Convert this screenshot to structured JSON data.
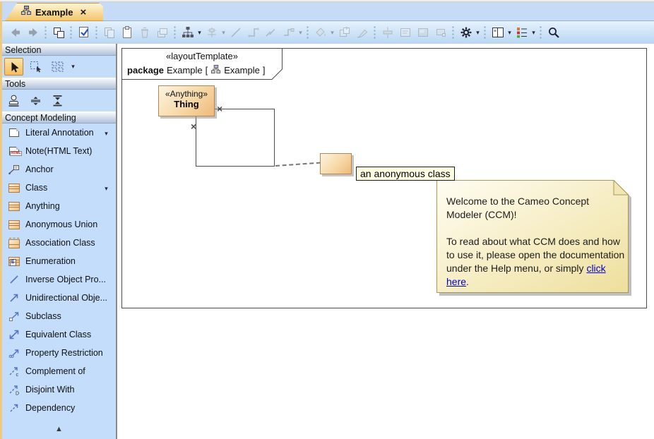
{
  "tab": {
    "title": "Example",
    "close_glyph": "×"
  },
  "glyphs": {
    "caret": "▾",
    "scroll_up": "▲",
    "x_marker": "×"
  },
  "toolbar": {
    "icon_names": [
      "back",
      "forward",
      "related-elements",
      "validate-diagram",
      "copy",
      "paste",
      "delete",
      "layers",
      "layout-tree",
      "align",
      "line-style-straight",
      "line-style-rectilinear",
      "line-style-oblique",
      "path-shape",
      "fill-color",
      "copy-style",
      "apply-style",
      "center-shapes",
      "text-box",
      "image-shape",
      "shape",
      "settings-gear",
      "window-layout",
      "legend-list",
      "zoom-search"
    ]
  },
  "sidebar": {
    "selection_title": "Selection",
    "tools_title": "Tools",
    "concept_title": "Concept Modeling",
    "items": [
      {
        "label": "Literal Annotation",
        "has_dropdown": true
      },
      {
        "label": "Note(HTML Text)",
        "has_dropdown": false
      },
      {
        "label": "Anchor",
        "has_dropdown": false
      },
      {
        "label": "Class",
        "has_dropdown": true
      },
      {
        "label": "Anything",
        "has_dropdown": false
      },
      {
        "label": "Anonymous Union",
        "has_dropdown": false
      },
      {
        "label": "Association Class",
        "has_dropdown": false
      },
      {
        "label": "Enumeration",
        "has_dropdown": false
      },
      {
        "label": "Inverse Object Pro...",
        "has_dropdown": false
      },
      {
        "label": "Unidirectional Obje...",
        "has_dropdown": false
      },
      {
        "label": "Subclass",
        "has_dropdown": false
      },
      {
        "label": "Equivalent Class",
        "has_dropdown": false
      },
      {
        "label": "Property Restriction",
        "has_dropdown": false
      },
      {
        "label": "Complement of",
        "has_dropdown": false
      },
      {
        "label": "Disjoint With",
        "has_dropdown": false
      },
      {
        "label": "Dependency",
        "has_dropdown": false
      }
    ]
  },
  "diagram": {
    "frame": {
      "stereotype": "«layoutTemplate»",
      "keyword": "package",
      "name": "Example",
      "open_bracket": "[",
      "diagram_name": "Example",
      "close_bracket": "]"
    },
    "thing": {
      "stereotype": "«Anything»",
      "name": "Thing"
    },
    "anonymous_class_label": "an anonymous class",
    "note": {
      "p1": "Welcome to the Cameo Concept Modeler (CCM)!",
      "p2_before": "To read about what CCM does and how to use it, please open the documentation under the Help menu, or simply ",
      "link_text": "click here",
      "p2_after": "."
    }
  },
  "colors": {
    "tab_gradient_top": "#fdf6da",
    "tab_gradient_bottom": "#f3c468",
    "toolbar_top": "#e6f2fd",
    "toolbar_bottom": "#b9d6f2",
    "sidebar_bg": "#c3ddfa",
    "box_fill_top": "#fdf4e2",
    "box_fill_bottom": "#efb97b",
    "box_border": "#b9854e",
    "note_fill_top": "#fffdf2",
    "note_fill_bottom": "#eedf9c",
    "note_border": "#a89858",
    "link_color": "#0000cc",
    "frame_border": "#4a4a4a"
  }
}
